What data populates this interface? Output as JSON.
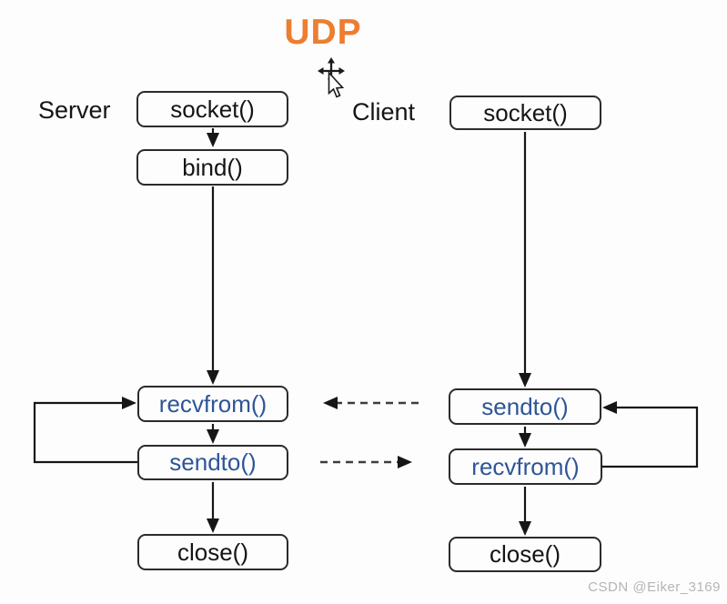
{
  "title": "UDP",
  "watermark": "CSDN @Eiker_3169",
  "colors": {
    "title_orange": "#ED7D31",
    "call_blue": "#2E5597",
    "box_border": "#2B2B2B",
    "box_text": "#151515",
    "arrow_black": "#161616",
    "dashed_arrow_gray": "#3D3D3D",
    "watermark_gray": "#B5B5B5",
    "background": "#FDFDFD"
  },
  "server": {
    "label": "Server",
    "nodes": [
      {
        "label": "socket()",
        "emphasis": "plain"
      },
      {
        "label": "bind()",
        "emphasis": "plain"
      },
      {
        "label": "recvfrom()",
        "emphasis": "blue"
      },
      {
        "label": "sendto()",
        "emphasis": "blue"
      },
      {
        "label": "close()",
        "emphasis": "plain"
      }
    ]
  },
  "client": {
    "label": "Client",
    "nodes": [
      {
        "label": "socket()",
        "emphasis": "plain"
      },
      {
        "label": "sendto()",
        "emphasis": "blue"
      },
      {
        "label": "recvfrom()",
        "emphasis": "blue"
      },
      {
        "label": "close()",
        "emphasis": "plain"
      }
    ]
  },
  "edges": {
    "server_flow": [
      "socket() -> bind()",
      "bind() -> recvfrom()",
      "recvfrom() -> sendto()",
      "sendto() -> close()"
    ],
    "client_flow": [
      "socket() -> sendto()",
      "sendto() -> recvfrom()",
      "recvfrom() -> close()"
    ],
    "server_loop": "sendto() -> recvfrom() (loop back, left side)",
    "client_loop": "recvfrom() -> sendto() (loop back, right side)",
    "messages": [
      {
        "from": "client sendto()",
        "to": "server recvfrom()",
        "style": "dashed"
      },
      {
        "from": "server sendto()",
        "to": "client recvfrom()",
        "style": "dashed"
      }
    ]
  },
  "icons": {
    "cursor": "move-cursor-icon"
  }
}
